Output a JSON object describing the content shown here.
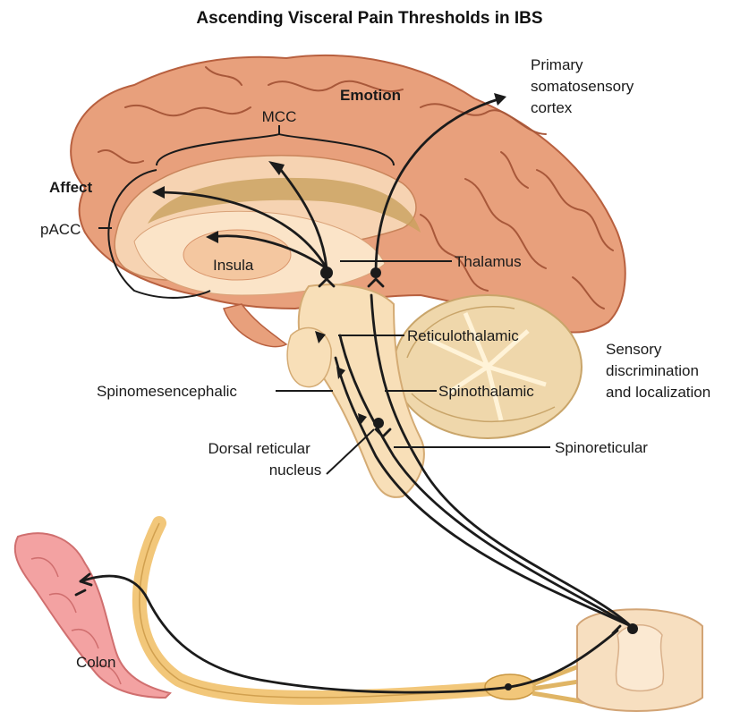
{
  "title": "Ascending Visceral Pain Thresholds in IBS",
  "labels": {
    "mcc": "MCC",
    "emotion": "Emotion",
    "affect": "Affect",
    "pacc": "pACC",
    "insula": "Insula",
    "thalamus": "Thalamus",
    "primary_somatosensory": [
      "Primary",
      "somatosensory",
      "cortex"
    ],
    "reticulothalamic": "Reticulothalamic",
    "sensory_discrimination": [
      "Sensory",
      "discrimination",
      "and localization"
    ],
    "spinomesencephalic": "Spinomesencephalic",
    "spinothalamic": "Spinothalamic",
    "dorsal_reticular_nucleus": [
      "Dorsal reticular",
      "nucleus"
    ],
    "spinoreticular": "Spinoreticular",
    "colon": "Colon"
  },
  "colors": {
    "cortex": "#e8a07c",
    "cortex_dark": "#d98763",
    "medial": "#f6d3b2",
    "brainstem": "#f8dfb8",
    "cerebellum": "#efd7ab",
    "spinal_cord": "#f7dfc0",
    "nerve": "#f2c77a",
    "colon": "#f3a2a2",
    "pathway": "#1b1b1b"
  }
}
